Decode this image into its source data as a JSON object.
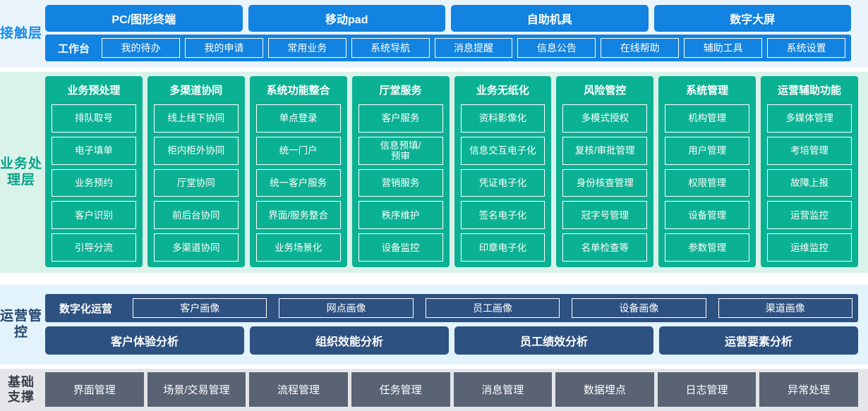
{
  "colors": {
    "contact_band": "#eaf4fd",
    "contact_accent": "#1283e0",
    "business_band": "#d9f2ea",
    "business_accent": "#0bb193",
    "operations_band": "#e3f3fc",
    "operations_accent": "#2d5180",
    "foundation_band": "#e4e6e9",
    "foundation_accent": "#596374"
  },
  "contact_layer": {
    "label": "接触层",
    "channels": [
      "PC/图形终端",
      "移动pad",
      "自助机具",
      "数字大屏"
    ],
    "toolbar_title": "工作台",
    "toolbar_items": [
      "我的待办",
      "我的申请",
      "常用业务",
      "系统导航",
      "消息提醒",
      "信息公告",
      "在线帮助",
      "辅助工具",
      "系统设置"
    ]
  },
  "business_layer": {
    "label": "业务处理层",
    "columns": [
      {
        "title": "业务预处理",
        "items": [
          "排队取号",
          "电子填单",
          "业务预约",
          "客户识别",
          "引导分流"
        ]
      },
      {
        "title": "多渠道协同",
        "items": [
          "线上线下协同",
          "柜内柜外协同",
          "厅堂协同",
          "前后台协同",
          "多渠道协同"
        ]
      },
      {
        "title": "系统功能整合",
        "items": [
          "单点登录",
          "统一门户",
          "统一客户服务",
          "界面/服务整合",
          "业务场景化"
        ]
      },
      {
        "title": "厅堂服务",
        "items": [
          "客户服务",
          "信息预填/\n预审",
          "营销服务",
          "秩序维护",
          "设备监控"
        ]
      },
      {
        "title": "业务无纸化",
        "items": [
          "资料影像化",
          "信息交互电子化",
          "凭证电子化",
          "签名电子化",
          "印章电子化"
        ]
      },
      {
        "title": "风险管控",
        "items": [
          "多模式授权",
          "复核/审批管理",
          "身份核查管理",
          "冠字号管理",
          "名单检查等"
        ]
      },
      {
        "title": "系统管理",
        "items": [
          "机构管理",
          "用户管理",
          "权限管理",
          "设备管理",
          "参数管理"
        ]
      },
      {
        "title": "运营辅助功能",
        "items": [
          "多媒体管理",
          "考培管理",
          "故障上报",
          "运营监控",
          "运维监控"
        ]
      }
    ]
  },
  "operations_layer": {
    "label": "运营管控",
    "profiles_title": "数字化运营",
    "profiles": [
      "客户画像",
      "网点画像",
      "员工画像",
      "设备画像",
      "渠道画像"
    ],
    "analyses": [
      "客户体验分析",
      "组织效能分析",
      "员工绩效分析",
      "运营要素分析"
    ]
  },
  "foundation_layer": {
    "label": "基础\n支撑",
    "items": [
      "界面管理",
      "场景/交易管理",
      "流程管理",
      "任务管理",
      "消息管理",
      "数据埋点",
      "日志管理",
      "异常处理"
    ]
  }
}
